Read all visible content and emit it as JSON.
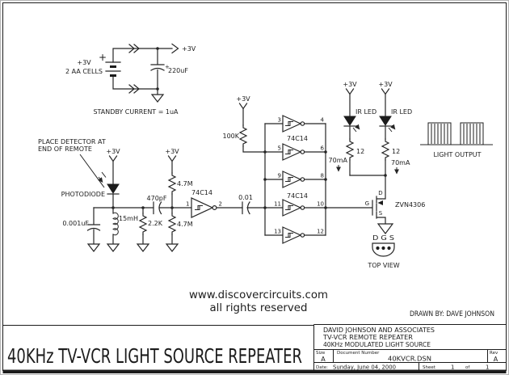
{
  "battery": {
    "plus": "+",
    "voltage": "+3V",
    "cells": "2 AA CELLS",
    "cap_plus": "+",
    "cap_value": "220uF",
    "rail": "+3V",
    "standby": "STANDBY CURRENT = 1uA"
  },
  "detector": {
    "note1": "PLACE DETECTOR AT",
    "note2": "END OF REMOTE",
    "supply": "+3V",
    "label": "PHOTODIODE",
    "cap1": "0.001uF",
    "inductor": "15mH",
    "resistor": "2.2K",
    "cap2": "470pF",
    "bias_supply": "+3V",
    "bias_r_top": "4.7M",
    "bias_r_bottom": "4.7M"
  },
  "amp": {
    "ic": "74C14",
    "pin_in": "1",
    "pin_out": "2",
    "coupling_cap": "0.01"
  },
  "osc": {
    "supply": "+3V",
    "resistor": "100K",
    "ic_label_top": "74C14",
    "ic_label_bottom": "74C14",
    "inverters": [
      {
        "in": "3",
        "out": "4"
      },
      {
        "in": "5",
        "out": "6"
      },
      {
        "in": "9",
        "out": "8"
      },
      {
        "in": "11",
        "out": "10"
      },
      {
        "in": "13",
        "out": "12"
      }
    ]
  },
  "output": {
    "led1": {
      "supply": "+3V",
      "label": "IR LED",
      "resistor": "12",
      "current": "70mA"
    },
    "led2": {
      "supply": "+3V",
      "label": "IR LED",
      "resistor": "12",
      "current": "70mA"
    },
    "mosfet": {
      "d": "D",
      "g": "G",
      "s": "S",
      "part": "ZVN4306"
    },
    "package": {
      "pins": "D G S",
      "view": "TOP VIEW"
    },
    "waveform_label": "LIGHT OUTPUT"
  },
  "footer": {
    "website": "www.discovercircuits.com",
    "rights": "all rights reserved",
    "drawn_by": "DRAWN BY: DAVE JOHNSON"
  },
  "title": {
    "text": "40KHz TV-VCR LIGHT SOURCE REPEATER"
  },
  "title_block": {
    "company": "DAVID JOHNSON AND ASSOCIATES",
    "project": "TV-VCR REMOTE REPEATER",
    "subtitle": "40KHz MODULATED LIGHT SOURCE",
    "size_label": "Size",
    "size": "A",
    "doc_label": "Document Number",
    "doc_number": "40KVCR.DSN",
    "rev_label": "Rev",
    "rev": "A",
    "date_label": "Date:",
    "date": "Sunday, June 04, 2000",
    "sheet_label": "Sheet",
    "sheet": "1",
    "of_label": "of",
    "sheet_total": "1"
  }
}
